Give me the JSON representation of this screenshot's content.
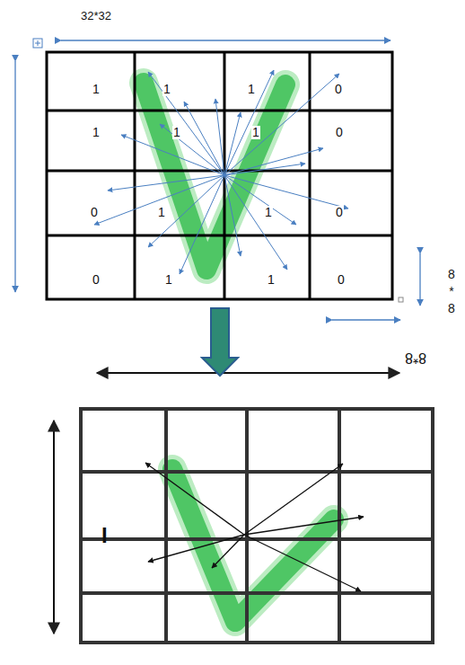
{
  "diagram": {
    "labels": [
      "32*32",
      "1",
      "1",
      "1",
      "0",
      "1",
      "1",
      "1",
      "0",
      "0",
      "1",
      "1",
      "0",
      "0",
      "1",
      "1",
      "0",
      "8 * 8",
      "8*8",
      "I"
    ]
  }
}
